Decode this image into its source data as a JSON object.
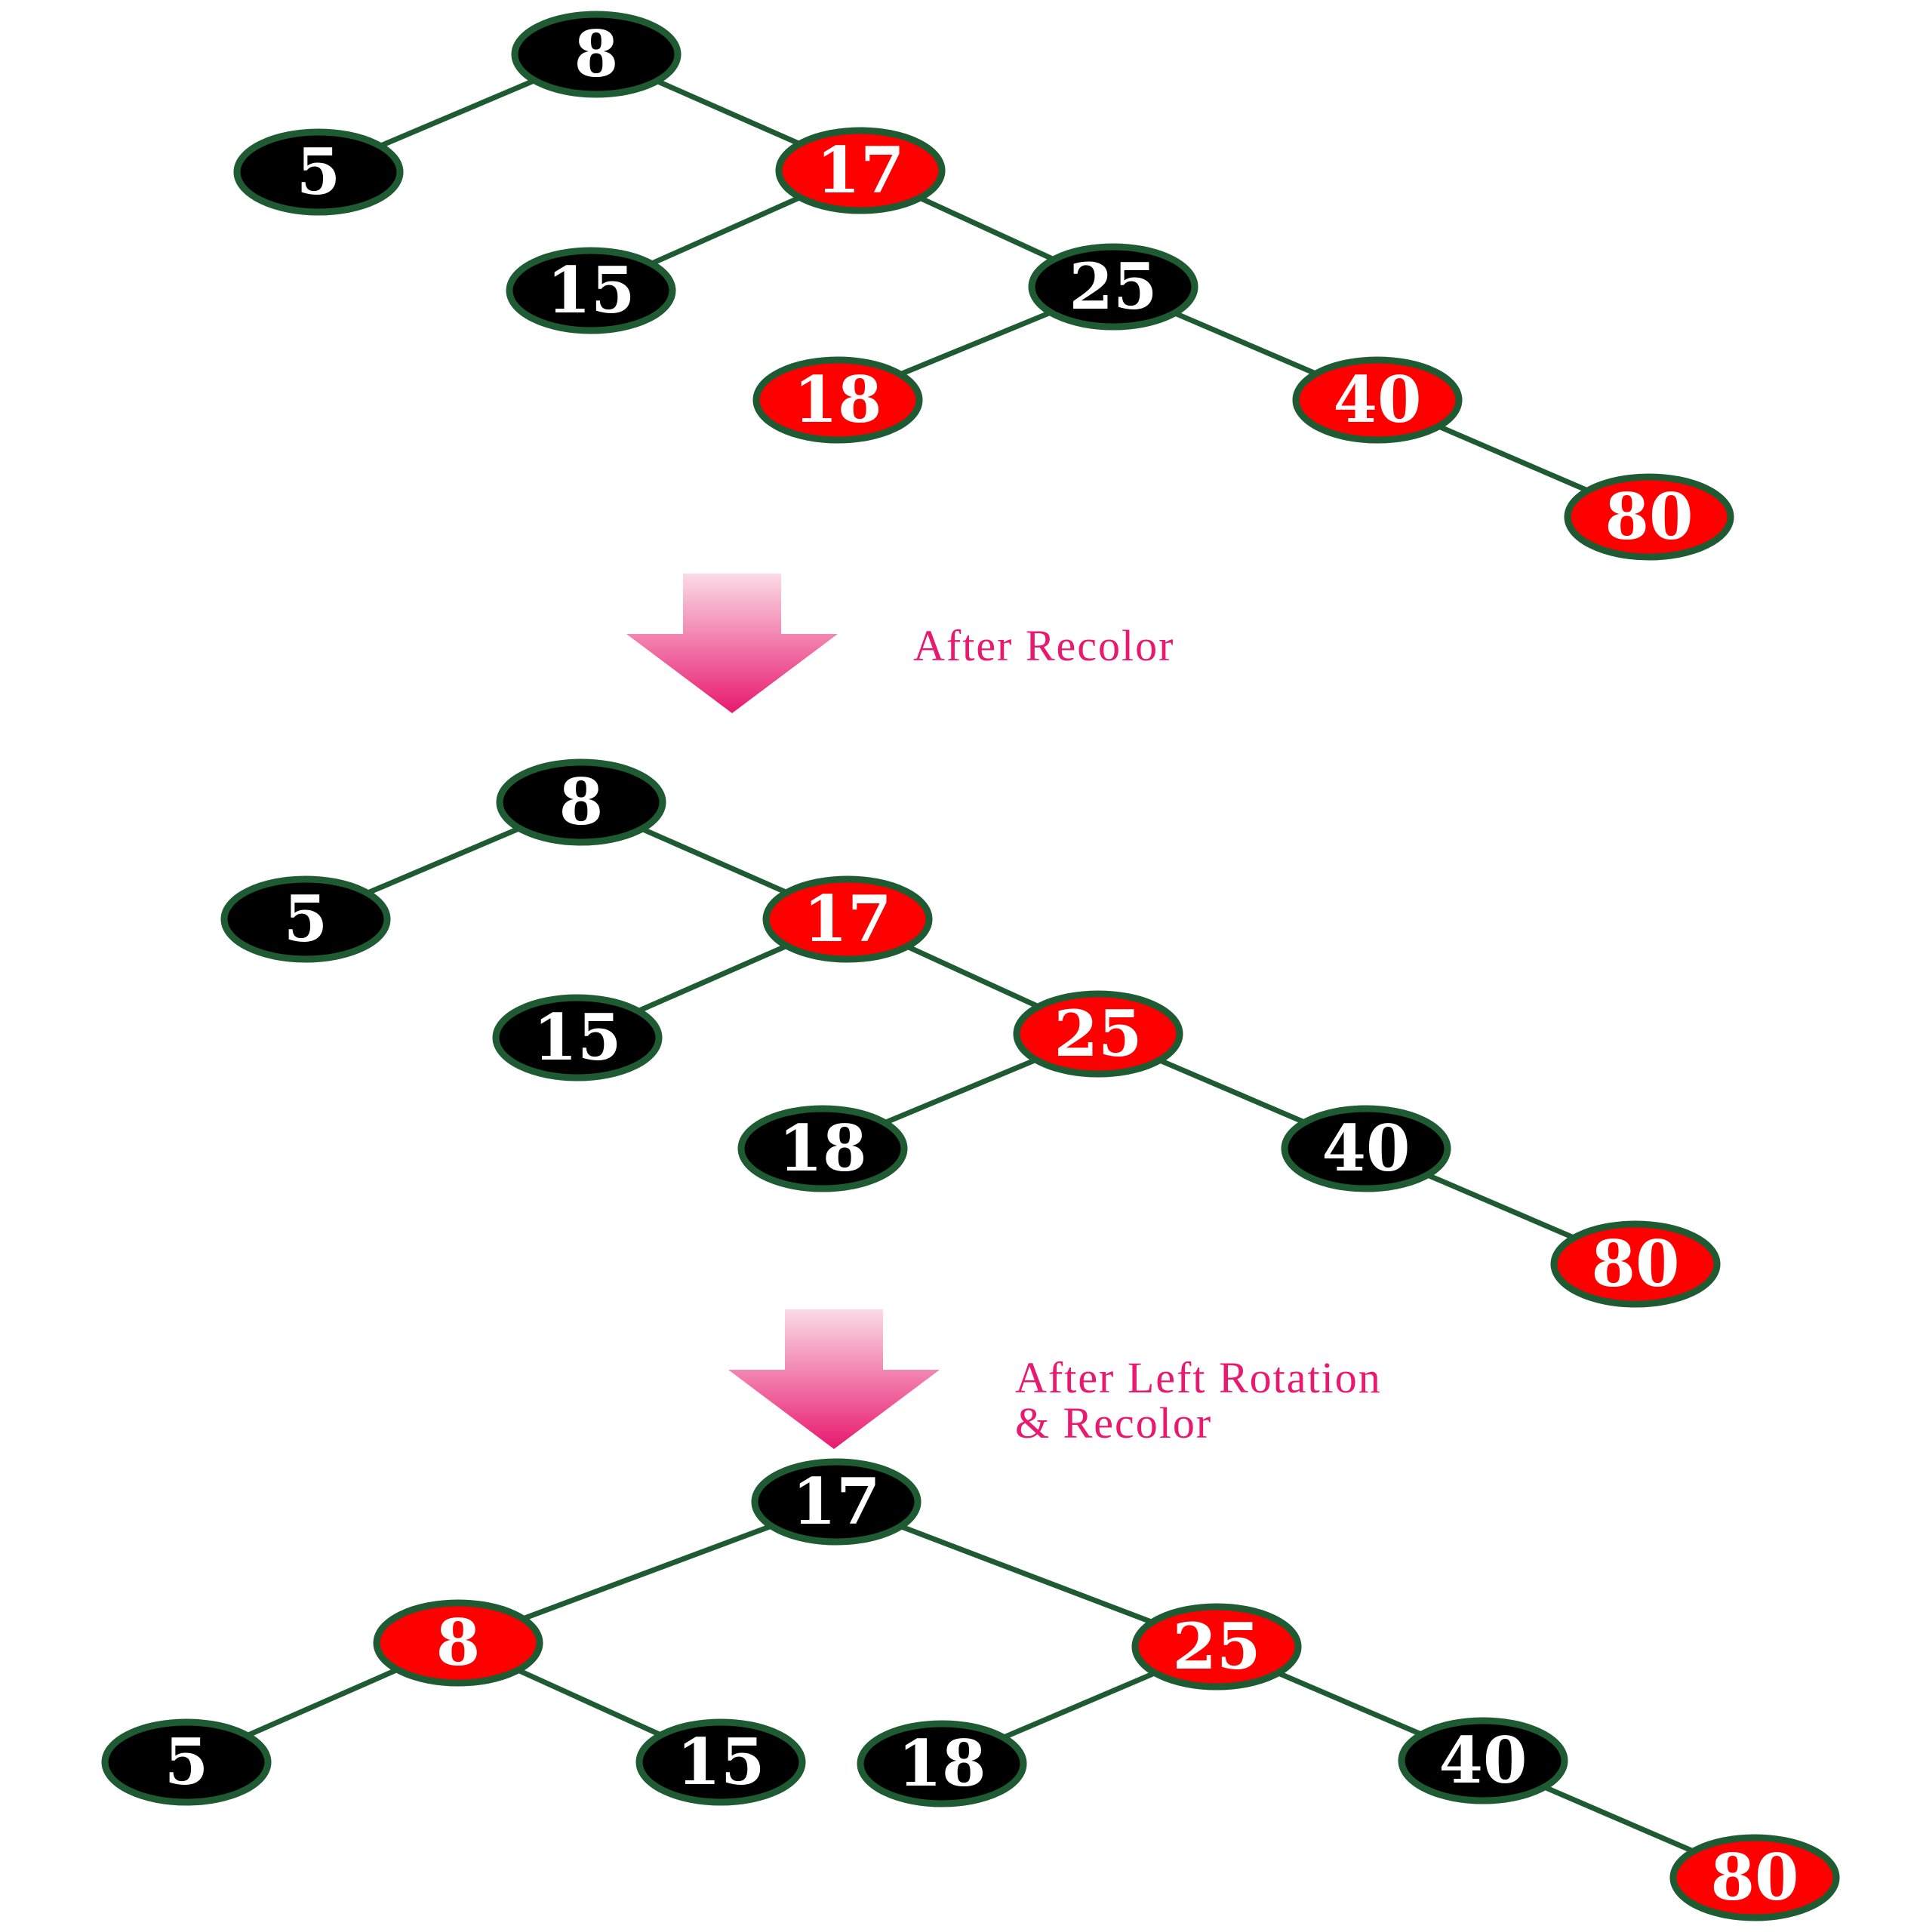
{
  "colors": {
    "black_node": "#000000",
    "red_node": "#ff0000",
    "node_border": "#1e5a32",
    "edge": "#1e5a32",
    "label": "#ffffff",
    "caption": "#e8196e",
    "arrow_top": "#fbdbe7",
    "arrow_bottom": "#e8196e"
  },
  "trees": [
    {
      "nodes": [
        {
          "id": "n8",
          "label": "8",
          "color": "black"
        },
        {
          "id": "n5",
          "label": "5",
          "color": "black"
        },
        {
          "id": "n17",
          "label": "17",
          "color": "red"
        },
        {
          "id": "n15",
          "label": "15",
          "color": "black"
        },
        {
          "id": "n25",
          "label": "25",
          "color": "black"
        },
        {
          "id": "n18",
          "label": "18",
          "color": "red"
        },
        {
          "id": "n40",
          "label": "40",
          "color": "red"
        },
        {
          "id": "n80",
          "label": "80",
          "color": "red"
        }
      ],
      "edges": [
        [
          "n8",
          "n5"
        ],
        [
          "n8",
          "n17"
        ],
        [
          "n17",
          "n15"
        ],
        [
          "n17",
          "n25"
        ],
        [
          "n25",
          "n18"
        ],
        [
          "n25",
          "n40"
        ],
        [
          "n40",
          "n80"
        ]
      ]
    },
    {
      "nodes": [
        {
          "id": "n8",
          "label": "8",
          "color": "black"
        },
        {
          "id": "n5",
          "label": "5",
          "color": "black"
        },
        {
          "id": "n17",
          "label": "17",
          "color": "red"
        },
        {
          "id": "n15",
          "label": "15",
          "color": "black"
        },
        {
          "id": "n25",
          "label": "25",
          "color": "red"
        },
        {
          "id": "n18",
          "label": "18",
          "color": "black"
        },
        {
          "id": "n40",
          "label": "40",
          "color": "black"
        },
        {
          "id": "n80",
          "label": "80",
          "color": "red"
        }
      ],
      "edges": [
        [
          "n8",
          "n5"
        ],
        [
          "n8",
          "n17"
        ],
        [
          "n17",
          "n15"
        ],
        [
          "n17",
          "n25"
        ],
        [
          "n25",
          "n18"
        ],
        [
          "n25",
          "n40"
        ],
        [
          "n40",
          "n80"
        ]
      ]
    },
    {
      "nodes": [
        {
          "id": "n17",
          "label": "17",
          "color": "black"
        },
        {
          "id": "n8",
          "label": "8",
          "color": "red"
        },
        {
          "id": "n25",
          "label": "25",
          "color": "red"
        },
        {
          "id": "n5",
          "label": "5",
          "color": "black"
        },
        {
          "id": "n15",
          "label": "15",
          "color": "black"
        },
        {
          "id": "n18",
          "label": "18",
          "color": "black"
        },
        {
          "id": "n40",
          "label": "40",
          "color": "black"
        },
        {
          "id": "n80",
          "label": "80",
          "color": "red"
        }
      ],
      "edges": [
        [
          "n17",
          "n8"
        ],
        [
          "n17",
          "n25"
        ],
        [
          "n8",
          "n5"
        ],
        [
          "n8",
          "n15"
        ],
        [
          "n25",
          "n18"
        ],
        [
          "n25",
          "n40"
        ],
        [
          "n40",
          "n80"
        ]
      ]
    }
  ],
  "transitions": [
    {
      "caption_lines": [
        "After Recolor"
      ]
    },
    {
      "caption_lines": [
        "After Left Rotation",
        "& Recolor"
      ]
    }
  ]
}
